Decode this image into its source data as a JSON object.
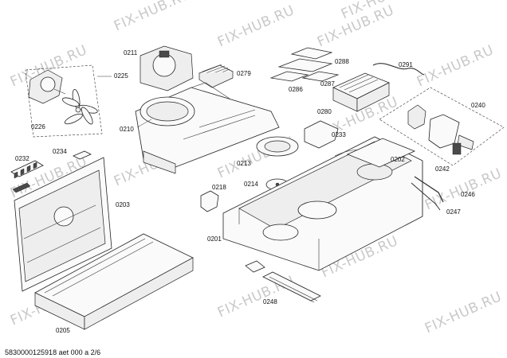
{
  "watermark": "FIX-HUB.RU",
  "footer": "5830000125918 aet 000 a 2/6",
  "parts": {
    "p0211": "0211",
    "p0279": "0279",
    "p0225": "0225",
    "p0226": "0226",
    "p0210": "0210",
    "p0288": "0288",
    "p0291": "0291",
    "p0287": "0287",
    "p0286": "0286",
    "p0280": "0280",
    "p0240": "0240",
    "p0233": "0233",
    "p0232": "0232",
    "p0234": "0234",
    "p0213": "0213",
    "p0202": "0202",
    "p0242": "0242",
    "p0218": "0218",
    "p0214": "0214",
    "p0203": "0203",
    "p0246": "0246",
    "p0247": "0247",
    "p0201": "0201",
    "p0248": "0248",
    "p0205": "0205"
  }
}
